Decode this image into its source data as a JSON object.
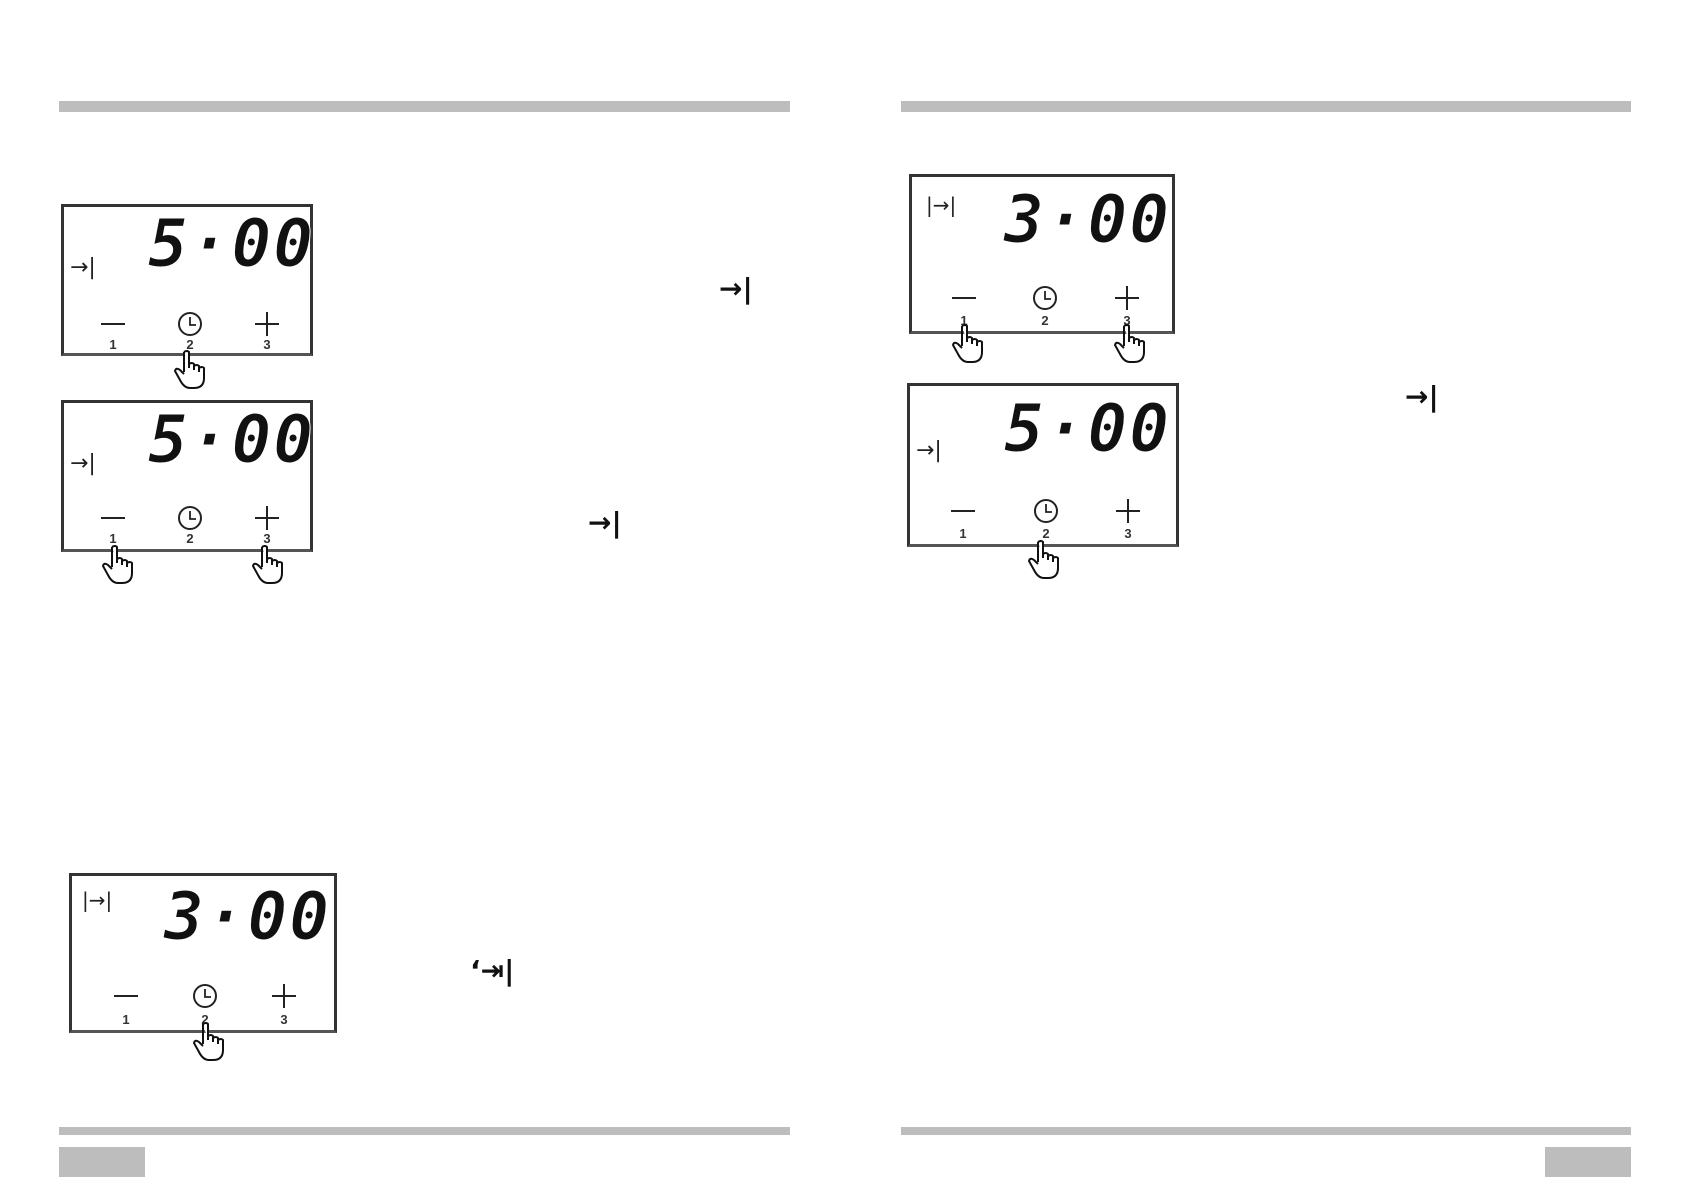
{
  "displays": [
    {
      "time": "5·00",
      "indicator": "→|",
      "minus_num": "1",
      "clock_num": "2",
      "plus_num": "3"
    },
    {
      "time": "5·00",
      "indicator": "→|",
      "minus_num": "1",
      "clock_num": "2",
      "plus_num": "3"
    },
    {
      "time": "3·00",
      "indicator": "|→|",
      "minus_num": "1",
      "clock_num": "2",
      "plus_num": "3"
    },
    {
      "time": "3·00",
      "indicator": "|→|",
      "minus_num": "1",
      "clock_num": "2",
      "plus_num": "3"
    },
    {
      "time": "5·00",
      "indicator": "→|",
      "minus_num": "1",
      "clock_num": "2",
      "plus_num": "3"
    }
  ],
  "margin_symbols": {
    "end_symbol_1": "→|",
    "end_symbol_2": "→|",
    "duration_symbol": "‘⇥|",
    "end_symbol_3": "→|"
  },
  "icons": [
    "minus-icon",
    "clock-icon",
    "plus-icon",
    "pointing-hand-icon"
  ]
}
